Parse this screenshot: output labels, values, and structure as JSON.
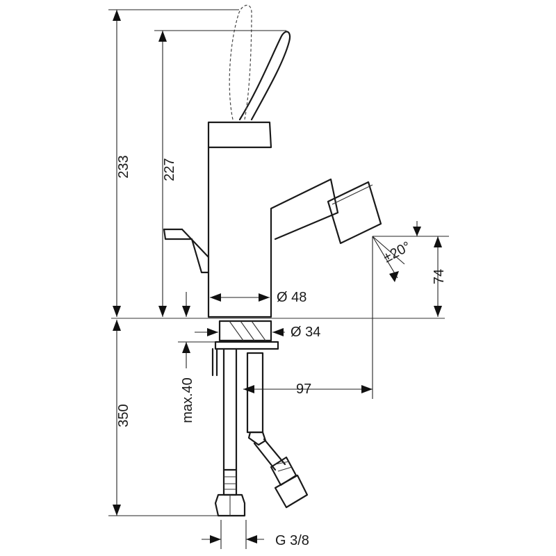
{
  "dimensions": {
    "total_height_above_deck": "233",
    "spout_height": "227",
    "body_diameter": "Ø 48",
    "shank_diameter": "Ø 34",
    "outlet_reach": "97",
    "outlet_height": "74",
    "spray_angle": "±20°",
    "hose_length": "350",
    "max_deck_thickness": "max.40",
    "connection_thread": "G 3/8"
  }
}
